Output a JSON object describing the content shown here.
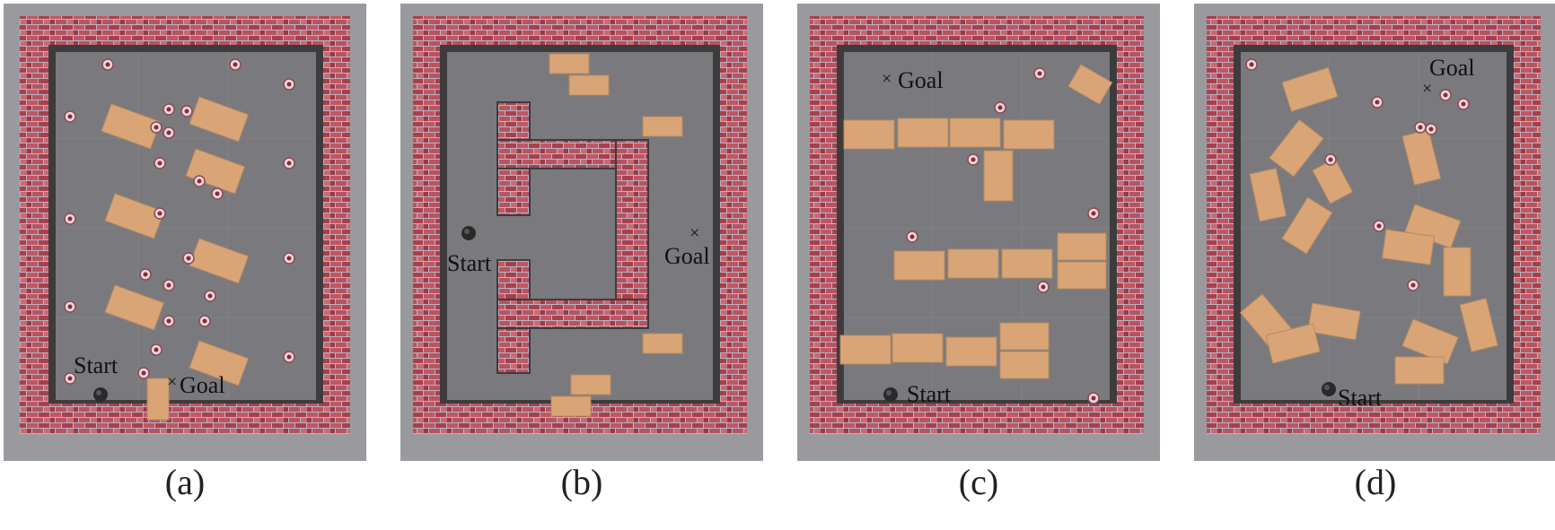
{
  "figure": {
    "panels": [
      {
        "id": "a",
        "caption": "(a)",
        "labels": {
          "start": "Start",
          "goal": "Goal"
        },
        "content": "scattered boxes with many pedestrians"
      },
      {
        "id": "b",
        "caption": "(b)",
        "labels": {
          "start": "Start",
          "goal": "Goal"
        },
        "content": "brick inner walls with a few boxes"
      },
      {
        "id": "c",
        "caption": "(c)",
        "labels": {
          "start": "Start",
          "goal": "Goal"
        },
        "content": "rows of boxes forming corridors"
      },
      {
        "id": "d",
        "caption": "(d)",
        "labels": {
          "start": "Start",
          "goal": "Goal"
        },
        "content": "randomly rotated boxes"
      }
    ]
  },
  "colors": {
    "brick": "#b94a55",
    "floor": "#7a7a7e",
    "box": "#d9a577",
    "border": "#9a9a9e"
  }
}
